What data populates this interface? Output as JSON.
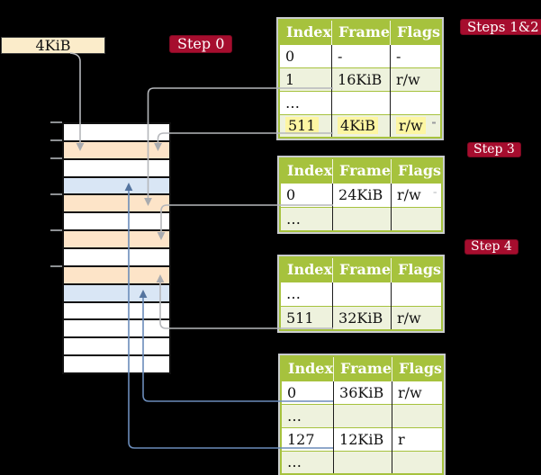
{
  "page": {
    "background": "#000000"
  },
  "free_frame_box": {
    "label": "4KiB"
  },
  "badges": {
    "step0": "Step 0",
    "steps12": "Steps 1&2",
    "step3": "Step 3",
    "step4": "Step 4"
  },
  "stack": {
    "rows": [
      {
        "color": "white"
      },
      {
        "color": "peach"
      },
      {
        "color": "white"
      },
      {
        "color": "blue"
      },
      {
        "color": "peach"
      },
      {
        "color": "white"
      },
      {
        "color": "peach"
      },
      {
        "color": "white"
      },
      {
        "color": "peach"
      },
      {
        "color": "blue"
      },
      {
        "color": "white"
      },
      {
        "color": "white"
      },
      {
        "color": "white"
      },
      {
        "color": "white"
      }
    ]
  },
  "tables": {
    "t1": {
      "headers": [
        "Index",
        "Frame",
        "Flags"
      ],
      "rows": [
        [
          "0",
          "-",
          "-"
        ],
        [
          "1",
          "16KiB",
          "r/w"
        ],
        [
          "…",
          "",
          ""
        ],
        [
          "511",
          "4KiB",
          "r/w"
        ]
      ]
    },
    "t2": {
      "headers": [
        "Index",
        "Frame",
        "Flags"
      ],
      "rows": [
        [
          "0",
          "24KiB",
          "r/w"
        ],
        [
          "…",
          "",
          ""
        ]
      ]
    },
    "t3": {
      "headers": [
        "Index",
        "Frame",
        "Flags"
      ],
      "rows": [
        [
          "…",
          "",
          ""
        ],
        [
          "511",
          "32KiB",
          "r/w"
        ]
      ]
    },
    "t4": {
      "headers": [
        "Index",
        "Frame",
        "Flags"
      ],
      "rows": [
        [
          "0",
          "36KiB",
          "r/w"
        ],
        [
          "…",
          "",
          ""
        ],
        [
          "127",
          "12KiB",
          "r"
        ],
        [
          "…",
          "",
          ""
        ]
      ]
    }
  },
  "colors": {
    "table_header_green": "#a6c23d",
    "table_row_shade": "#eef2dd",
    "highlight_yellow": "#fdf6a3",
    "badge_red": "#a60d2e",
    "stack_peach": "#fde4c8",
    "stack_blue": "#d9e6f5",
    "connector_gray": "#b5b7bb",
    "connector_blue": "#6b8cba",
    "frame_box_cream": "#fbecca"
  }
}
